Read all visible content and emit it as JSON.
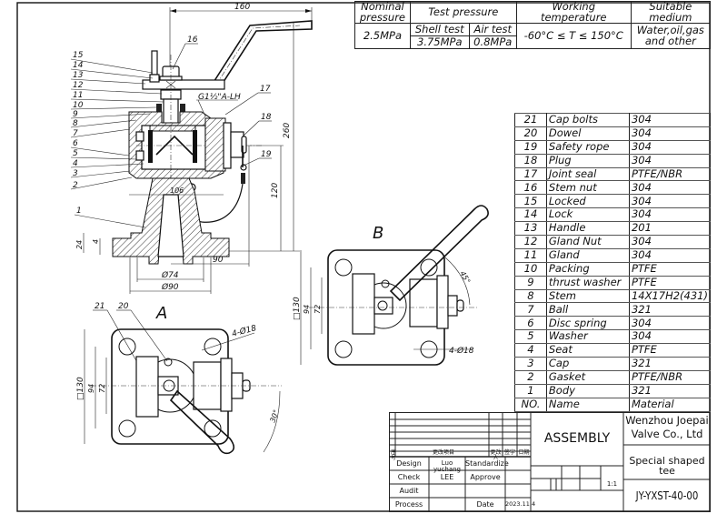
{
  "drawing": {
    "type": "valve assembly engineering drawing",
    "view_labels": {
      "view_a": "A",
      "view_b": "B"
    }
  },
  "spec_table": {
    "headers": {
      "nominal_pressure": [
        "Nominal",
        "pressure"
      ],
      "test_pressure": "Test pressure",
      "working_temperature": [
        "Working",
        "temperature"
      ],
      "suitable_medium": [
        "Suitable",
        "medium"
      ]
    },
    "sub_headers": {
      "shell_test": "Shell test",
      "air_test": "Air test"
    },
    "values": {
      "nominal_pressure": "2.5MPa",
      "shell_test": "3.75MPa",
      "air_test": "0.8MPa",
      "working_temperature": "-60°C ≤ T ≤ 150°C",
      "suitable_medium": [
        "Water,oil,gas",
        "and other"
      ]
    }
  },
  "bom": {
    "header": {
      "no": "NO.",
      "name": "Name",
      "material": "Material"
    },
    "rows": [
      {
        "no": "21",
        "name": "Cap bolts",
        "material": "304"
      },
      {
        "no": "20",
        "name": "Dowel",
        "material": "304"
      },
      {
        "no": "19",
        "name": "Safety rope",
        "material": "304"
      },
      {
        "no": "18",
        "name": "Plug",
        "material": "304"
      },
      {
        "no": "17",
        "name": "Joint seal",
        "material": "PTFE/NBR"
      },
      {
        "no": "16",
        "name": "Stem nut",
        "material": "304"
      },
      {
        "no": "15",
        "name": "Locked",
        "material": "304"
      },
      {
        "no": "14",
        "name": "Lock",
        "material": "304"
      },
      {
        "no": "13",
        "name": "Handle",
        "material": "201"
      },
      {
        "no": "12",
        "name": "Gland Nut",
        "material": "304"
      },
      {
        "no": "11",
        "name": "Gland",
        "material": "304"
      },
      {
        "no": "10",
        "name": "Packing",
        "material": "PTFE"
      },
      {
        "no": "9",
        "name": "thrust washer",
        "material": "PTFE"
      },
      {
        "no": "8",
        "name": "Stem",
        "material": "14X17H2(431)"
      },
      {
        "no": "7",
        "name": "Ball",
        "material": "321"
      },
      {
        "no": "6",
        "name": "Disc spring",
        "material": "304"
      },
      {
        "no": "5",
        "name": "Washer",
        "material": "304"
      },
      {
        "no": "4",
        "name": "Seat",
        "material": "PTFE"
      },
      {
        "no": "3",
        "name": "Cap",
        "material": "321"
      },
      {
        "no": "2",
        "name": "Gasket",
        "material": "PTFE/NBR"
      },
      {
        "no": "1",
        "name": "Body",
        "material": "321"
      }
    ]
  },
  "title_block": {
    "revision_header": [
      "序号",
      "更改项目",
      "更改人",
      "签字",
      "日期"
    ],
    "design_label": "Design",
    "design_value": "Luo yuchang",
    "standardize_label": "Standardize",
    "check_label": "Check",
    "check_value": "LEE",
    "approve_label": "Approve",
    "audit_label": "Audit",
    "process_label": "Process",
    "date_label": "Date",
    "date_value": "2023.11.4",
    "drawing_title": "ASSEMBLY",
    "scale": "1:1",
    "company": [
      "Wenzhou Joepai",
      "Valve Co., Ltd"
    ],
    "product": "Special shaped tee",
    "drawing_number": "JY-YXST-40-00"
  },
  "dimensions": {
    "handle_length": "160",
    "overall_height": "260",
    "center_height": "120",
    "body_width": "106",
    "outlet_offset": "90",
    "flange_thickness": "24",
    "flange_step": "4",
    "bore_dia": "Ø74",
    "spigot_dia": "Ø90",
    "thread": "G1½\"A-LH",
    "flange_square": "□130",
    "bolt_pitch": "94",
    "inner_pitch": "72",
    "holes": "4-Ø18",
    "angle_a": "30°",
    "angle_b": "45°"
  },
  "balloons": [
    "1",
    "2",
    "3",
    "4",
    "5",
    "6",
    "7",
    "8",
    "9",
    "10",
    "11",
    "12",
    "13",
    "14",
    "15",
    "16",
    "17",
    "18",
    "19",
    "20",
    "21"
  ]
}
